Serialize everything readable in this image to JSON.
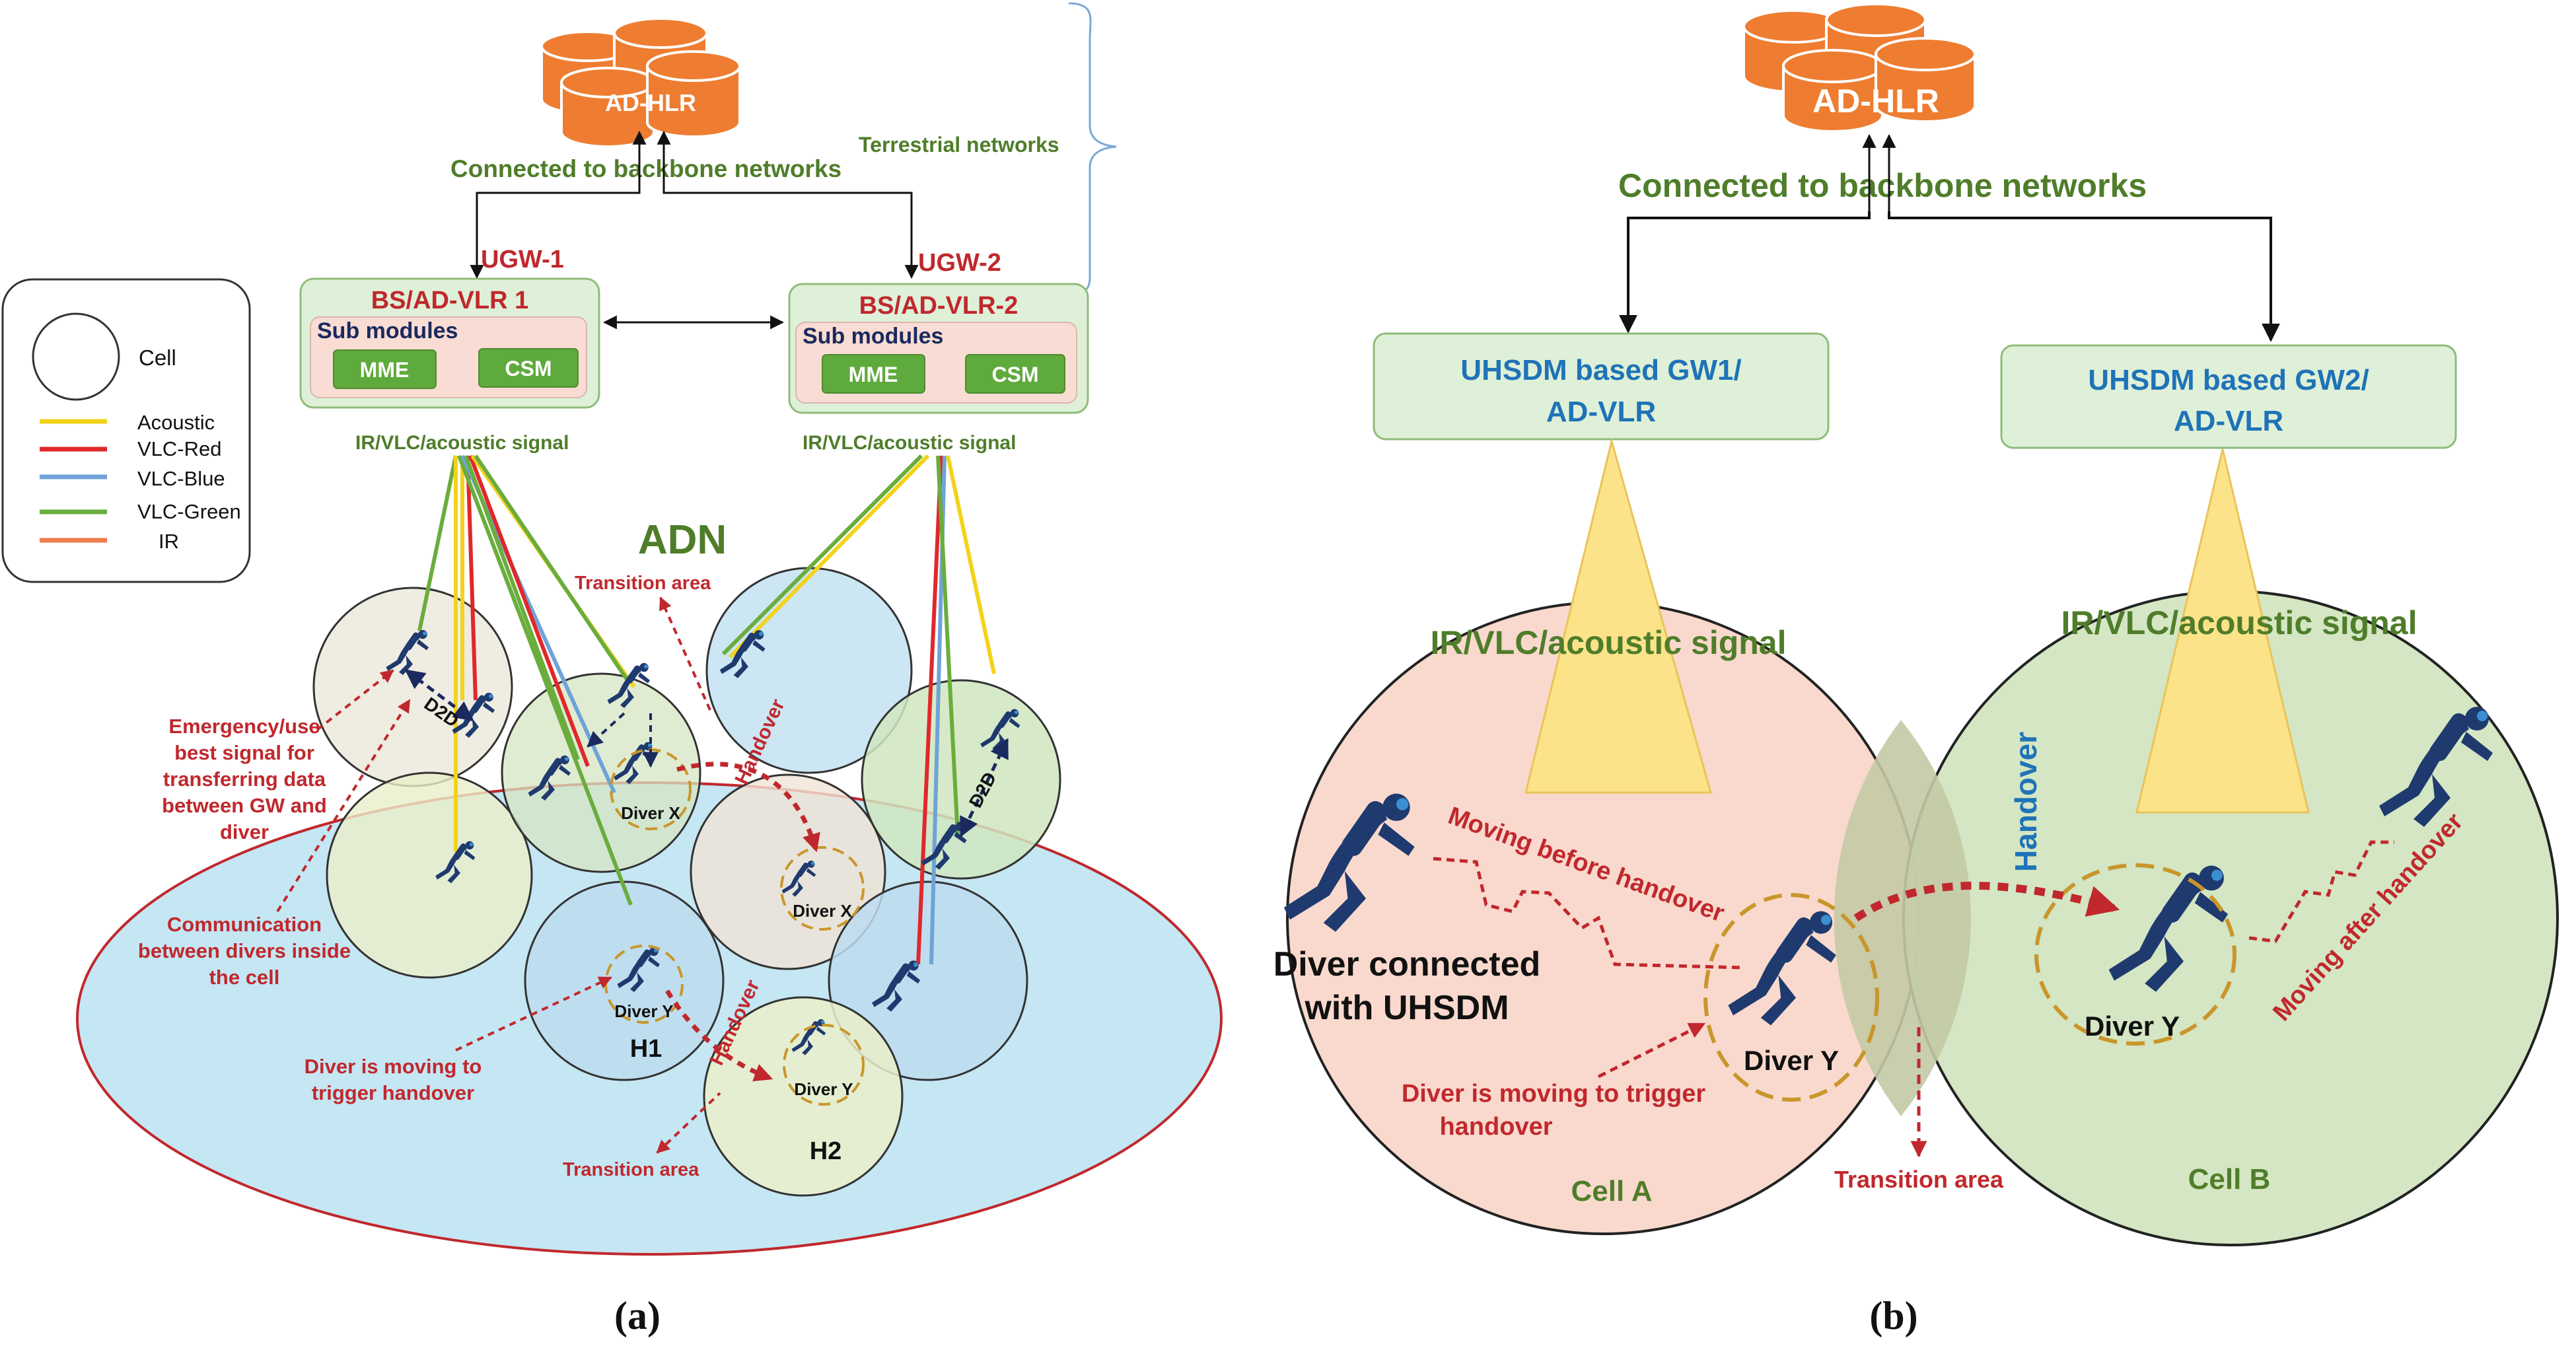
{
  "colors": {
    "red_label": "#c0282d",
    "green_label": "#4f7d2a",
    "blue_label": "#1f73b7",
    "navy": "#1b2a5e",
    "db_orange": "#ee7d31",
    "gw_fill": "#dff0d8",
    "gw_stroke": "#8fbc7a",
    "adn_fill": "#c5e6f3",
    "adn_stroke": "#c0282d",
    "cell_a": "#f9d9cd",
    "cell_b": "#cfe3bd",
    "beam": "#fce38a",
    "diver": "#1f3a6e",
    "acoustic": "#f2d31b",
    "vlc_red": "#e0282a",
    "vlc_blue": "#6fa3d8",
    "vlc_green": "#6aad3c",
    "ir": "#f07b4b"
  },
  "legend": {
    "cell": "Cell",
    "acoustic": "Acoustic",
    "vlc_red": "VLC-Red",
    "vlc_blue": "VLC-Blue",
    "vlc_green": "VLC-Green",
    "ir": "IR"
  },
  "panel_a": {
    "caption": "(a)",
    "hlr": "AD-HLR",
    "backbone": "Connected to backbone networks",
    "terrestrial": "Terrestrial networks",
    "ugw1": "UGW-1",
    "ugw2": "UGW-2",
    "bs1": {
      "title": "BS/AD-VLR 1",
      "sub": "Sub modules",
      "mme": "MME",
      "csm": "CSM"
    },
    "bs2": {
      "title": "BS/AD-VLR-2",
      "sub": "Sub modules",
      "mme": "MME",
      "csm": "CSM"
    },
    "signal1": "IR/VLC/acoustic signal",
    "signal2": "IR/VLC/acoustic signal",
    "adn": "ADN",
    "transition_top": "Transition area",
    "transition_bottom": "Transition area",
    "handover1": "Handover",
    "handover2": "Handover",
    "d2d_left": "D2D",
    "d2d_right": "D2D",
    "diver_x1": "Diver X",
    "diver_x2": "Diver X",
    "diver_y1": "Diver Y",
    "diver_y2": "Diver Y",
    "h1": "H1",
    "h2": "H2",
    "emergency": [
      "Emergency/use",
      "best signal for",
      "transferring data",
      "between GW and",
      "diver"
    ],
    "communication": [
      "Communication",
      "between divers inside",
      "the cell"
    ],
    "moving": [
      "Diver is moving to",
      "trigger handover"
    ]
  },
  "panel_b": {
    "caption": "(b)",
    "hlr": "AD-HLR",
    "backbone": "Connected to backbone networks",
    "gw1": [
      "UHSDM based GW1/",
      "AD-VLR"
    ],
    "gw2": [
      "UHSDM based GW2/",
      "AD-VLR"
    ],
    "signal_a": "IR/VLC/acoustic signal",
    "signal_b": "IR/VLC/acoustic signal",
    "handover": "Handover",
    "moving_before": "Moving before handover",
    "moving_after": "Moving after handover",
    "diver_connected": [
      "Diver connected",
      "with UHSDM"
    ],
    "diver_y_a": "Diver Y",
    "diver_y_b": "Diver Y",
    "moving_trigger": [
      "Diver is moving to trigger",
      "handover"
    ],
    "transition": "Transition area",
    "cell_a": "Cell A",
    "cell_b": "Cell B"
  }
}
